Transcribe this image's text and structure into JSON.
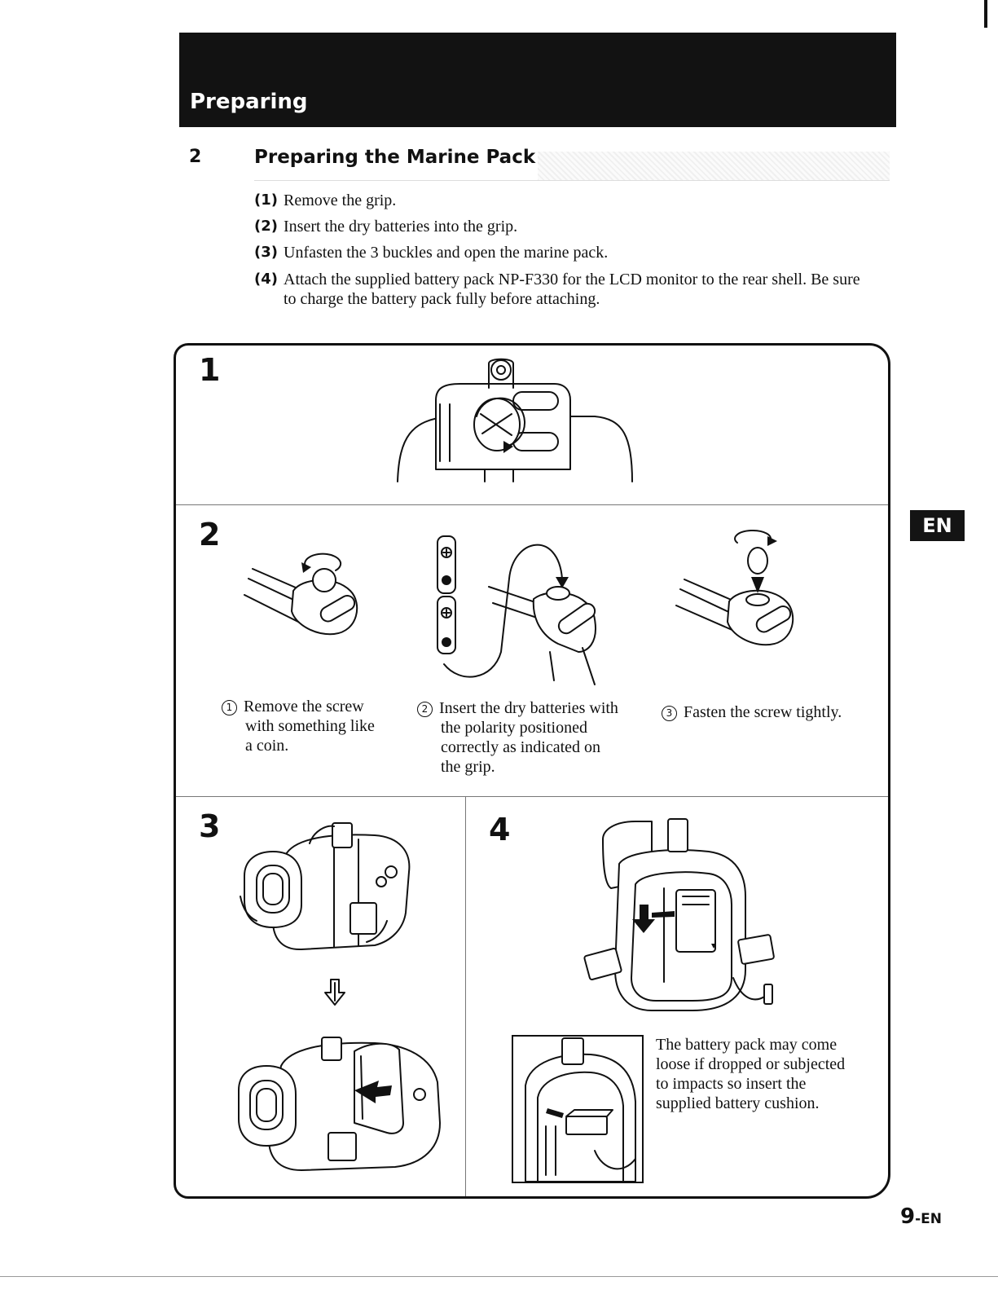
{
  "header": {
    "title": "Preparing"
  },
  "section": {
    "number": "2",
    "title": "Preparing the Marine Pack"
  },
  "steps": [
    {
      "num": "(1)",
      "text": "Remove the grip."
    },
    {
      "num": "(2)",
      "text": "Insert the dry batteries into the grip."
    },
    {
      "num": "(3)",
      "text": "Unfasten the 3 buckles and open the marine pack."
    },
    {
      "num": "(4)",
      "text": "Attach the supplied battery pack NP-F330 for the LCD monitor to the rear shell. Be sure to charge the battery pack fully before attaching."
    }
  ],
  "panels": {
    "p1": {
      "number": "1"
    },
    "p2": {
      "number": "2",
      "sub": [
        {
          "num": "1",
          "line1": "Remove the screw",
          "line2": "with something like",
          "line3": "a coin."
        },
        {
          "num": "2",
          "line1": "Insert the dry batteries with",
          "line2": "the polarity positioned",
          "line3": "correctly as indicated on",
          "line4": "the grip."
        },
        {
          "num": "3",
          "line1": "Fasten the screw tightly."
        }
      ]
    },
    "p3": {
      "number": "3"
    },
    "p4": {
      "number": "4",
      "note": "The battery pack may come loose if dropped or subjected to impacts so insert the supplied battery cushion."
    }
  },
  "side_tab": "EN",
  "page_number": {
    "main": "9",
    "suffix": "-EN"
  }
}
